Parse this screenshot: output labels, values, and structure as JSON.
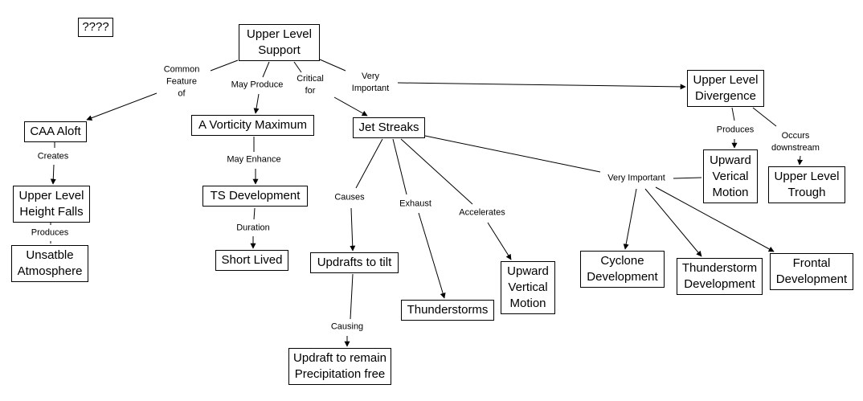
{
  "diagram": {
    "type": "concept-map",
    "nodes": {
      "unknown": "????",
      "upper_level_support": "Upper Level\nSupport",
      "caa_aloft": "CAA Aloft",
      "vorticity_max": "A Vorticity Maximum",
      "jet_streaks": "Jet Streaks",
      "upper_level_divergence": "Upper Level\nDivergence",
      "height_falls": "Upper Level\nHeight Falls",
      "ts_development": "TS Development",
      "upward_verical_motion": "Upward\nVerical\nMotion",
      "upper_level_trough": "Upper Level\nTrough",
      "unstable_atmosphere": "Unsatble\nAtmosphere",
      "short_lived": "Short Lived",
      "updrafts_tilt": "Updrafts to tilt",
      "thunderstorms": "Thunderstorms",
      "upward_vertical_motion": "Upward\nVertical\nMotion",
      "cyclone_development": "Cyclone\nDevelopment",
      "thunderstorm_development": "Thunderstorm\nDevelopment",
      "frontal_development": "Frontal\nDevelopment",
      "updraft_precip_free": "Updraft to remain\nPrecipitation free"
    },
    "links": {
      "common_feature_of": "Common\nFeature\nof",
      "may_produce": "May Produce",
      "critical_for": "Critical\nfor",
      "very_important_top": "Very\nImportant",
      "creates": "Creates",
      "may_enhance": "May Enhance",
      "produces_left": "Produces",
      "duration": "Duration",
      "causes": "Causes",
      "exhaust": "Exhaust",
      "accelerates": "Accelerates",
      "causing": "Causing",
      "very_important_right": "Very Important",
      "produces_right": "Produces",
      "occurs_downstream": "Occurs\ndownstream"
    }
  }
}
